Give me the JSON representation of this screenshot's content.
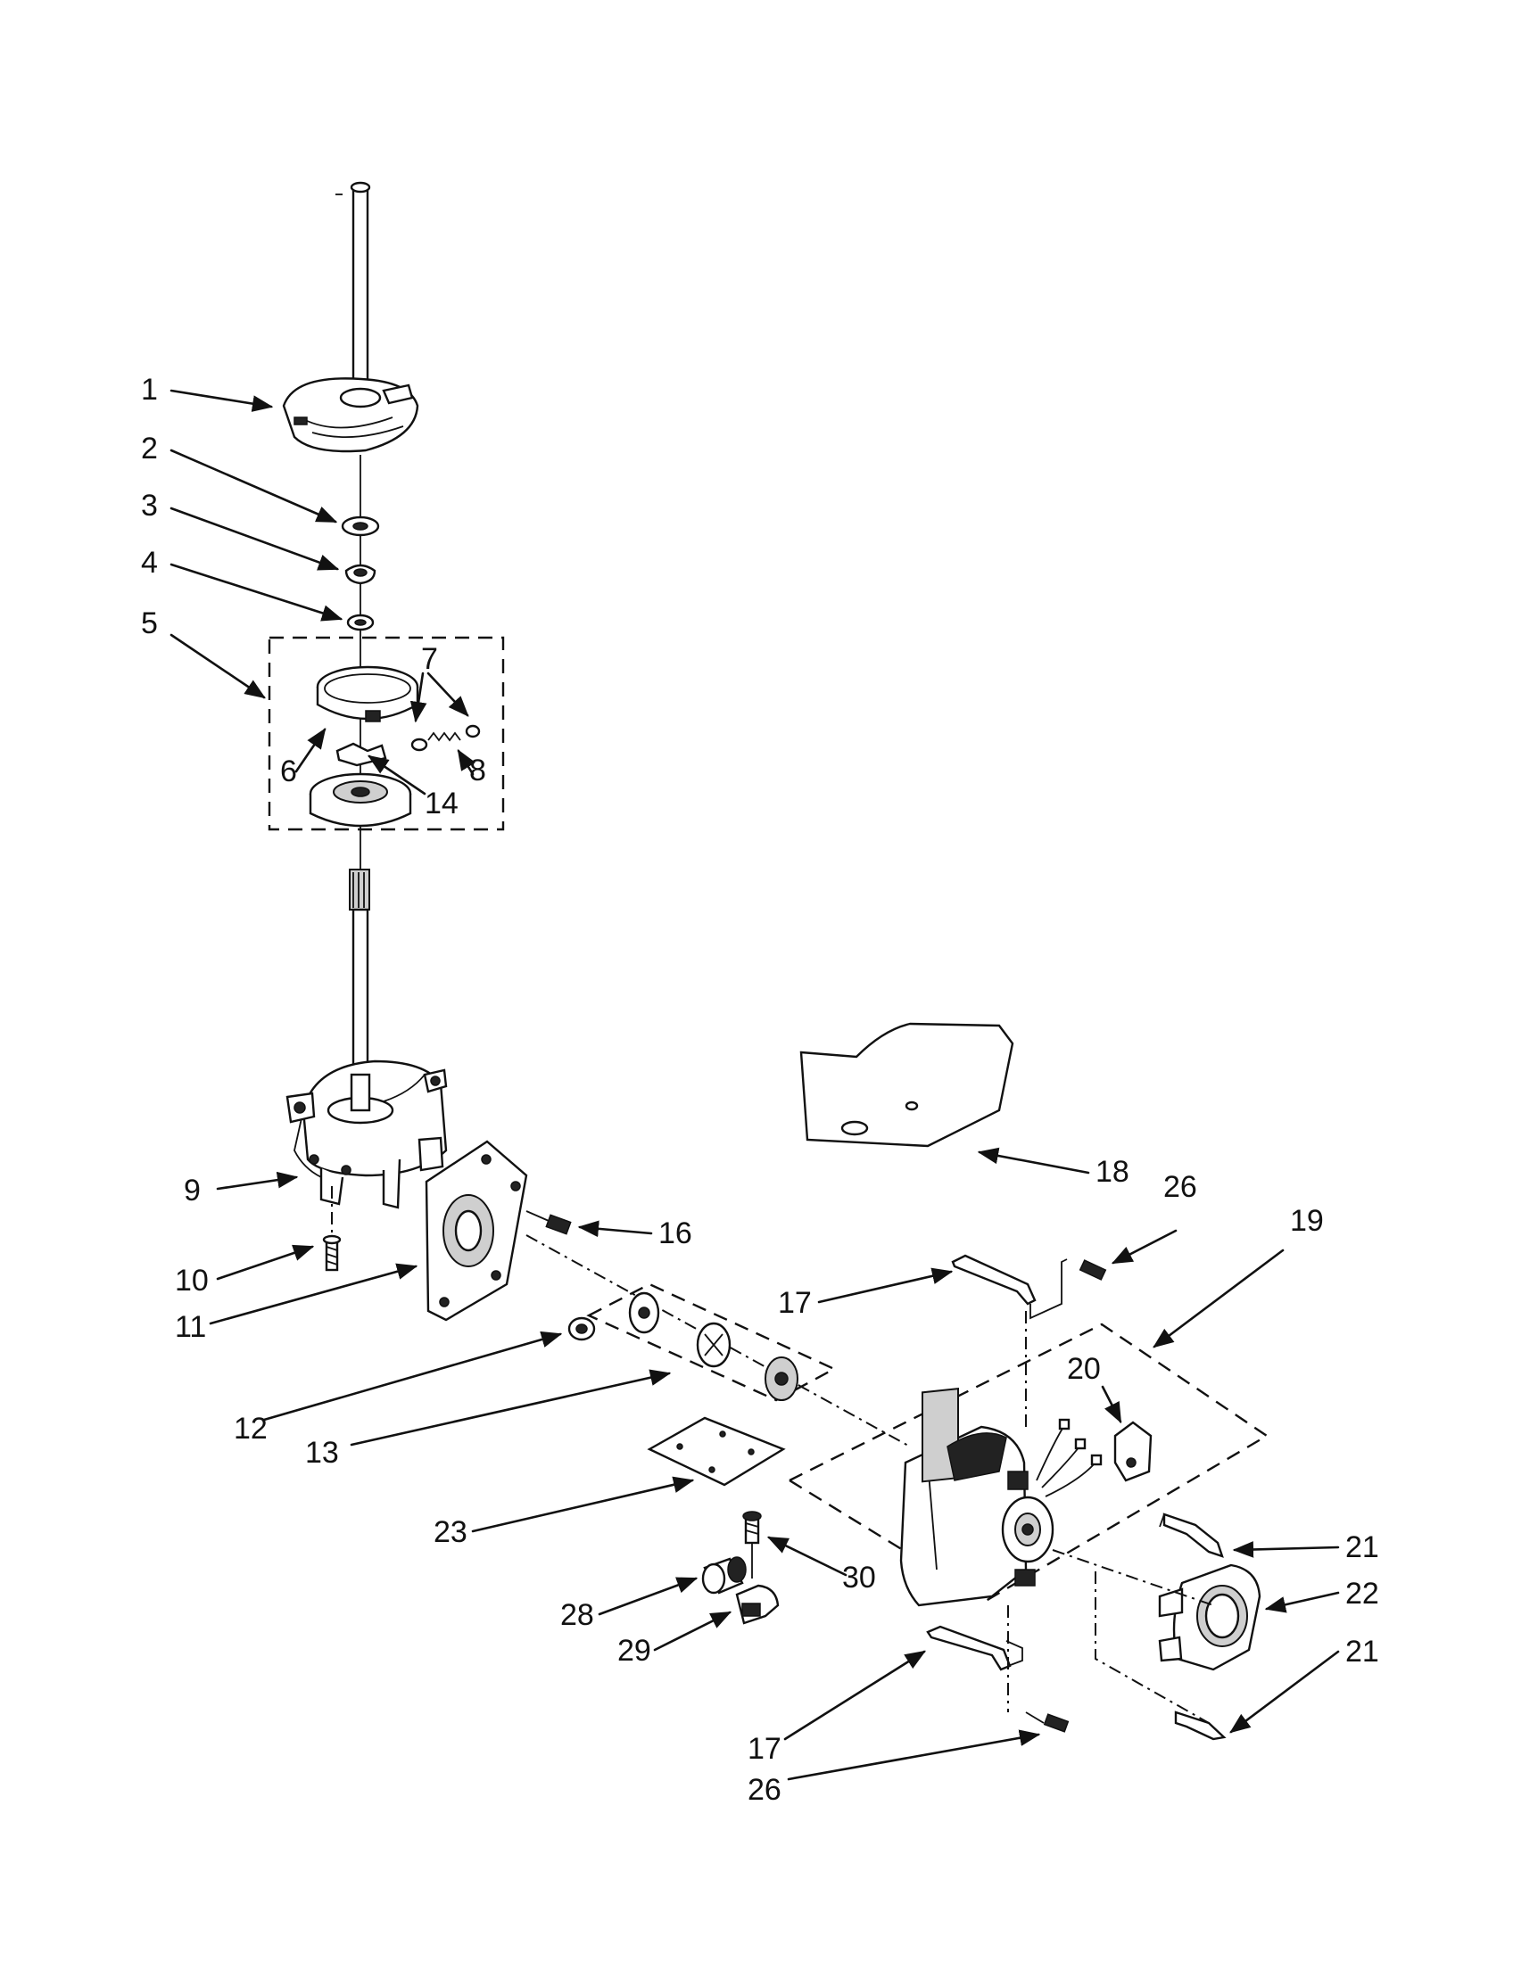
{
  "diagram": {
    "labels": [
      {
        "id": "1",
        "text": "1"
      },
      {
        "id": "2",
        "text": "2"
      },
      {
        "id": "3",
        "text": "3"
      },
      {
        "id": "4",
        "text": "4"
      },
      {
        "id": "5",
        "text": "5"
      },
      {
        "id": "6",
        "text": "6"
      },
      {
        "id": "7",
        "text": "7"
      },
      {
        "id": "8",
        "text": "8"
      },
      {
        "id": "9",
        "text": "9"
      },
      {
        "id": "10",
        "text": "10"
      },
      {
        "id": "11",
        "text": "11"
      },
      {
        "id": "12",
        "text": "12"
      },
      {
        "id": "13",
        "text": "13"
      },
      {
        "id": "14",
        "text": "14"
      },
      {
        "id": "16",
        "text": "16"
      },
      {
        "id": "17a",
        "text": "17"
      },
      {
        "id": "17b",
        "text": "17"
      },
      {
        "id": "18",
        "text": "18"
      },
      {
        "id": "19",
        "text": "19"
      },
      {
        "id": "20",
        "text": "20"
      },
      {
        "id": "21a",
        "text": "21"
      },
      {
        "id": "21b",
        "text": "21"
      },
      {
        "id": "22",
        "text": "22"
      },
      {
        "id": "23",
        "text": "23"
      },
      {
        "id": "26a",
        "text": "26"
      },
      {
        "id": "26b",
        "text": "26"
      },
      {
        "id": "28",
        "text": "28"
      },
      {
        "id": "29",
        "text": "29"
      },
      {
        "id": "30",
        "text": "30"
      }
    ]
  }
}
